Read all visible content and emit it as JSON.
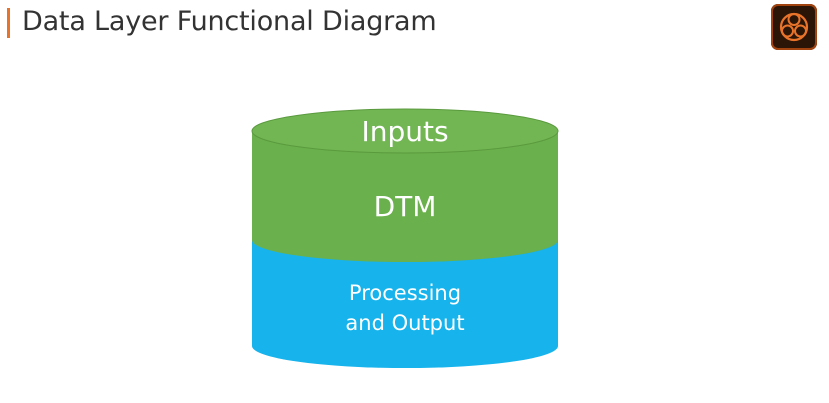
{
  "slide": {
    "title": "Data Layer Functional Diagram"
  },
  "logo": {
    "icon": "adobe-marketing-cloud-icon",
    "colors": {
      "background": "#2b1506",
      "accent": "#e8732a"
    }
  },
  "diagram": {
    "layers": [
      {
        "role": "top",
        "lines": [
          "Inputs"
        ],
        "color": "#6ab04c"
      },
      {
        "role": "middle",
        "lines": [
          "DTM"
        ],
        "color": "#6ab04c"
      },
      {
        "role": "bottom",
        "lines": [
          "Processing",
          "and Output"
        ],
        "color": "#16b3ec"
      }
    ]
  }
}
